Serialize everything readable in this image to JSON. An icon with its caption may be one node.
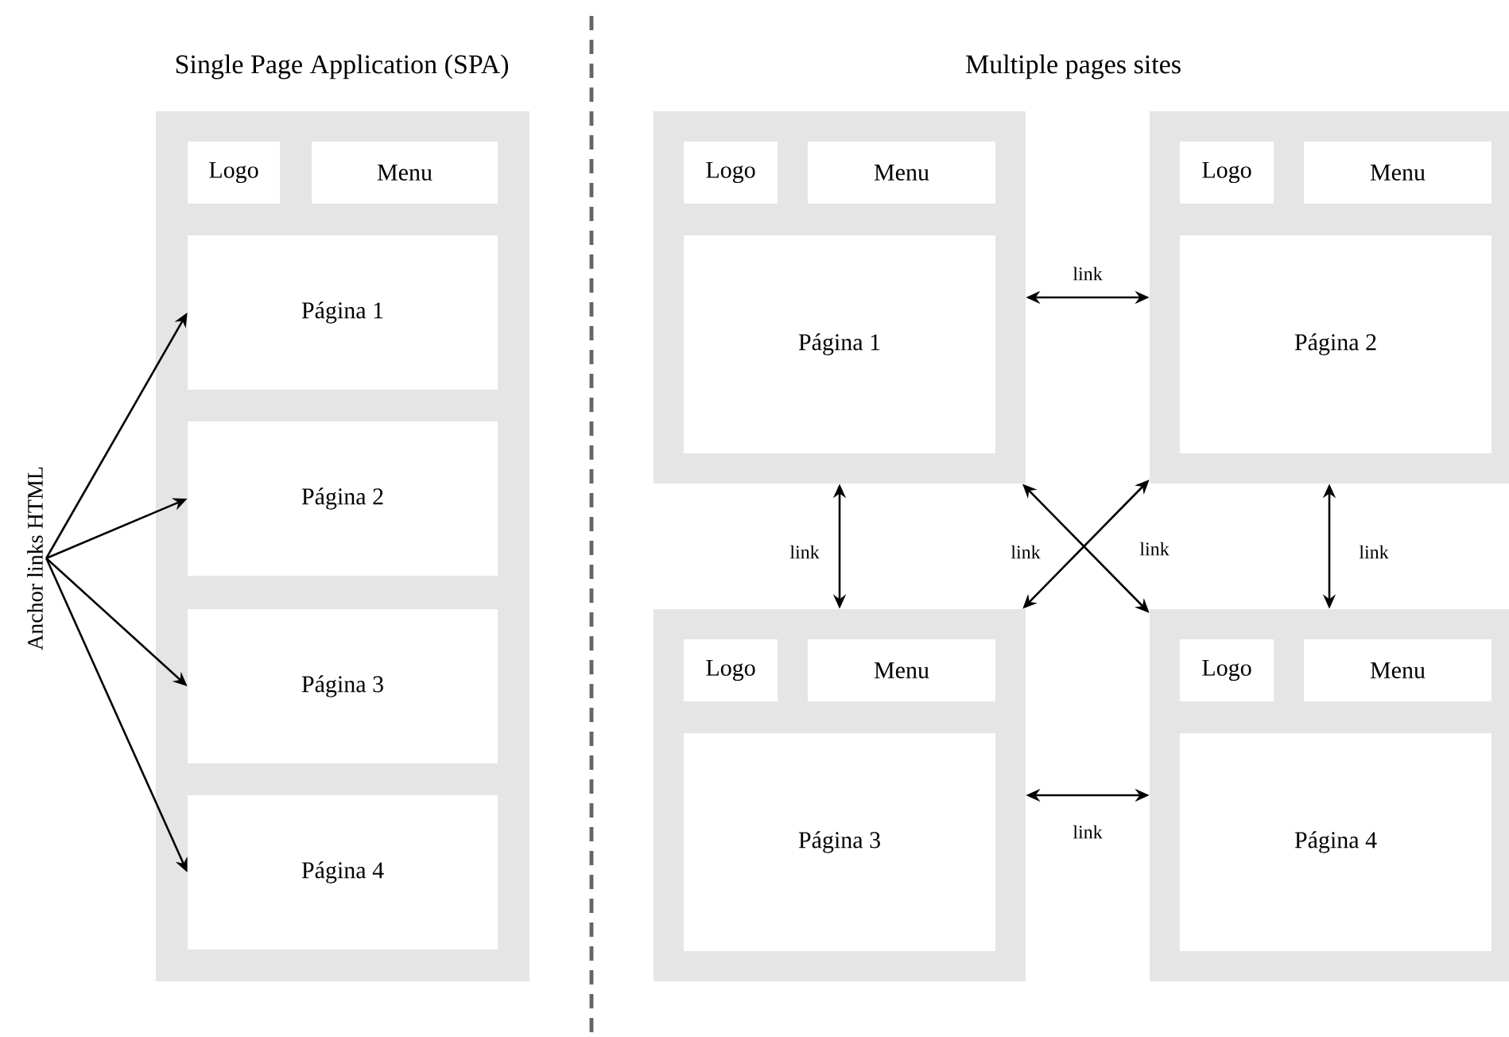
{
  "diagram": {
    "nodes": [
      {
        "text": [],
        "shape": "box"
      },
      {
        "text": [
          "Logo"
        ],
        "in": 0
      },
      {
        "text": [
          "Menu"
        ],
        "in": 0
      },
      {
        "text": [
          "Página 1"
        ],
        "in": 0
      },
      {
        "text": [
          "Página 2"
        ],
        "in": 0
      },
      {
        "text": [
          "Página 3"
        ],
        "in": 0
      },
      {
        "text": [
          "Página 4"
        ],
        "in": 0
      },
      {
        "text": [
          "Anchor links HTML"
        ]
      },
      {
        "text": [],
        "shape": "box"
      },
      {
        "text": [
          "Logo"
        ],
        "in": 8
      },
      {
        "text": [
          "Menu"
        ],
        "in": 8
      },
      {
        "text": [
          "Página 1"
        ],
        "in": 8
      },
      {
        "text": [],
        "shape": "box"
      },
      {
        "text": [
          "Logo"
        ],
        "in": 12
      },
      {
        "text": [
          "Menu"
        ],
        "in": 12
      },
      {
        "text": [
          "Página 2"
        ],
        "in": 12
      },
      {
        "text": [],
        "shape": "box"
      },
      {
        "text": [
          "Logo"
        ],
        "in": 16
      },
      {
        "text": [
          "Menu"
        ],
        "in": 16
      },
      {
        "text": [
          "Página 3"
        ],
        "in": 16
      },
      {
        "text": [],
        "shape": "box"
      },
      {
        "text": [
          "Logo"
        ],
        "in": 20
      },
      {
        "text": [
          "Menu"
        ],
        "in": 20
      },
      {
        "text": [
          "Página 4"
        ],
        "in": 20
      }
    ],
    "edges": [
      {
        "from": 7,
        "to": 3,
        "arrow": "to"
      },
      {
        "from": 7,
        "to": 4,
        "arrow": "to"
      },
      {
        "from": 7,
        "to": 5,
        "arrow": "to"
      },
      {
        "from": 7,
        "to": 6,
        "arrow": "to"
      },
      {
        "from": 8,
        "to": 12,
        "arrow": "both",
        "label": "link"
      },
      {
        "from": 8,
        "to": 16,
        "arrow": "both",
        "label": "link"
      },
      {
        "from": 12,
        "to": 16,
        "arrow": "both",
        "label": "link"
      },
      {
        "from": 8,
        "to": 20,
        "arrow": "both",
        "label": "link"
      },
      {
        "from": 12,
        "to": 20,
        "arrow": "both",
        "label": "link"
      },
      {
        "from": 16,
        "to": 20,
        "arrow": "both",
        "label": "link"
      }
    ],
    "labels": [
      "Single Page Application (SPA)",
      "Multiple pages sites"
    ]
  }
}
